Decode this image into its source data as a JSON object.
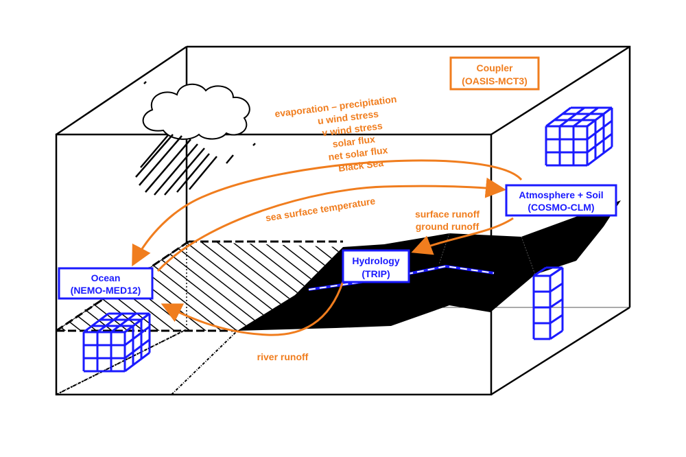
{
  "diagram": {
    "colors": {
      "flow": "#f07d1e",
      "component": "#1a1aff",
      "lines": "#000000"
    },
    "coupler": {
      "name": "Coupler",
      "model": "(OASIS-MCT3)"
    },
    "atmosphere": {
      "name": "Atmosphere + Soil",
      "model": "(COSMO-CLM)"
    },
    "ocean": {
      "name": "Ocean",
      "model": "(NEMO-MED12)"
    },
    "hydrology": {
      "name": "Hydrology",
      "model": "(TRIP)"
    },
    "fluxes_atm_to_ocean": [
      "evaporation – precipitation",
      "u wind stress",
      "v wind stress",
      "solar flux",
      "net solar flux",
      "Black Sea"
    ],
    "sst_label": "sea surface temperature",
    "runoff_atm_to_hydro": [
      "surface runoff",
      "ground runoff"
    ],
    "river_runoff_label": "river runoff",
    "icons": [
      "cloud-icon",
      "rain-icon",
      "grid-cube-icon"
    ]
  }
}
